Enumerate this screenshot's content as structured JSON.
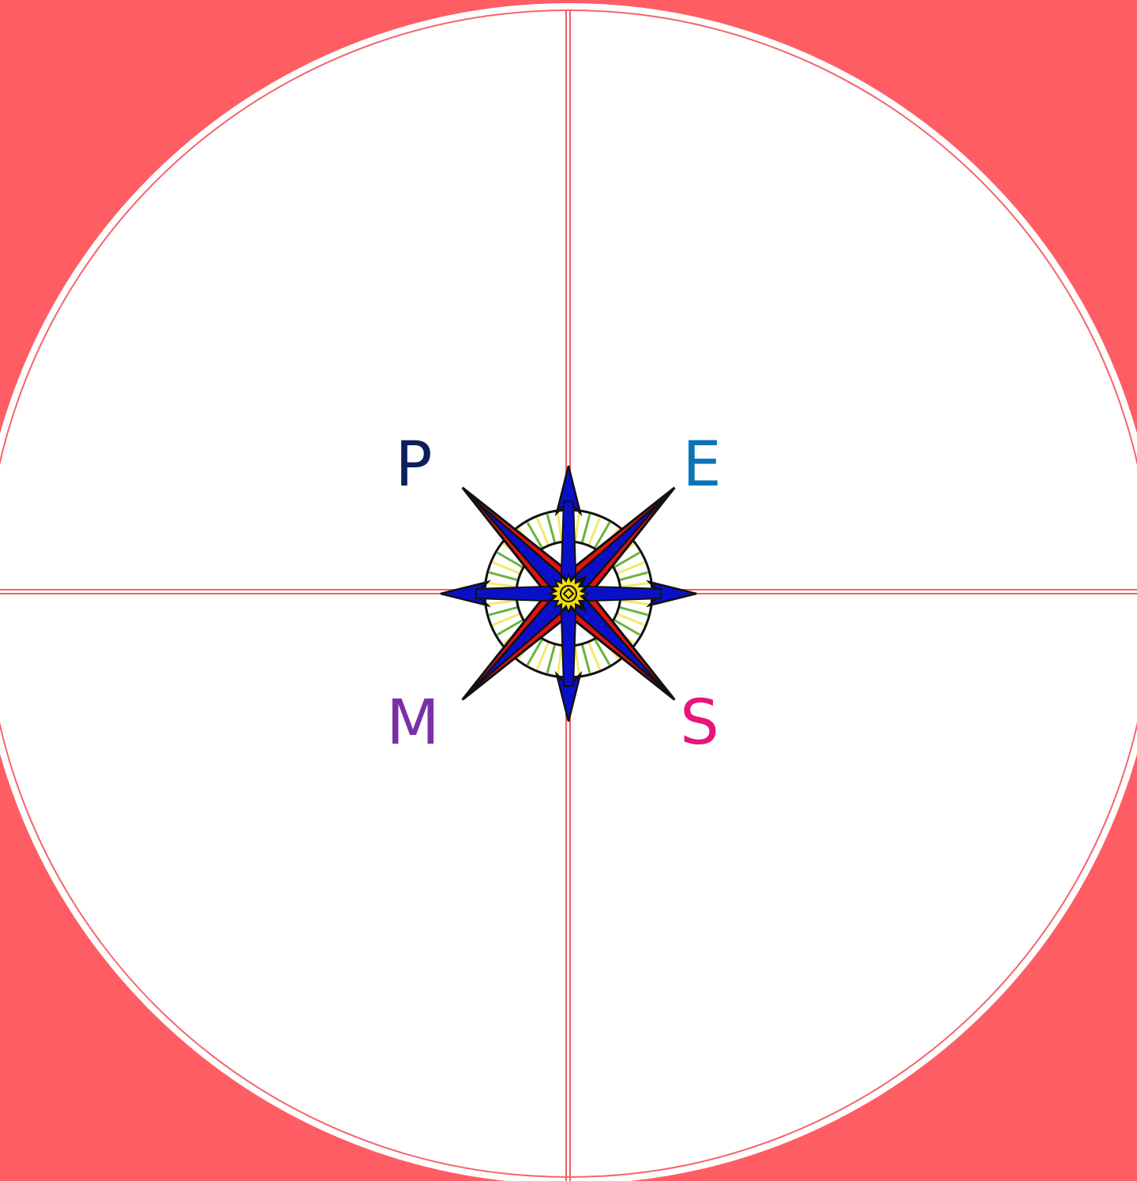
{
  "colors": {
    "background": "#fe5e63",
    "disc_fill": "#ffffff",
    "disc_stroke": "#ffffff",
    "inner_ring": "#f5646a",
    "axis_lines": "#f06068",
    "star_outline": "#111111",
    "diagonal_points": "#e01414",
    "cardinal_points": "#0a10c8",
    "ring_spokes_yellow": "#f2ea6c",
    "ring_spokes_green": "#6ab43a",
    "center_fill": "#f2de10"
  },
  "labels": {
    "p": {
      "text": "P",
      "color": "#0d1f5c"
    },
    "e": {
      "text": "E",
      "color": "#0a74b8"
    },
    "m": {
      "text": "M",
      "color": "#7a2fa8"
    },
    "s": {
      "text": "S",
      "color": "#e8147a"
    }
  },
  "icons": {
    "center": "compass-rose-icon"
  }
}
